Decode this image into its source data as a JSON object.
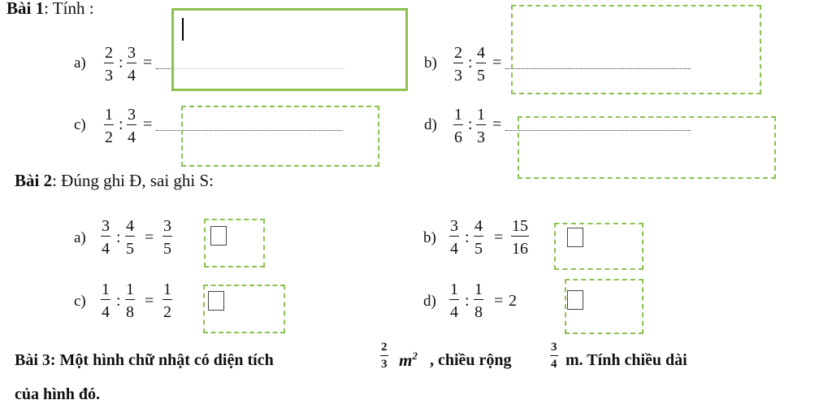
{
  "bai1": {
    "title_bold": "Bài 1",
    "title_rest": ": Tính :",
    "a": {
      "label": "a)",
      "n1": "2",
      "d1": "3",
      "n2": "3",
      "d2": "4",
      "colon": ":",
      "eq": "="
    },
    "b": {
      "label": "b)",
      "n1": "2",
      "d1": "3",
      "n2": "4",
      "d2": "5",
      "colon": ":",
      "eq": "="
    },
    "c": {
      "label": "c)",
      "n1": "1",
      "d1": "2",
      "n2": "3",
      "d2": "4",
      "colon": ":",
      "eq": "="
    },
    "d": {
      "label": "d)",
      "n1": "1",
      "d1": "6",
      "n2": "1",
      "d2": "3",
      "colon": ":",
      "eq": "="
    }
  },
  "bai2": {
    "title_bold": "Bài 2",
    "title_rest": ": Đúng ghi Đ, sai ghi S:",
    "a": {
      "label": "a)",
      "n1": "3",
      "d1": "4",
      "n2": "4",
      "d2": "5",
      "rn": "3",
      "rd": "5",
      "colon": ":",
      "eq": "="
    },
    "b": {
      "label": "b)",
      "n1": "3",
      "d1": "4",
      "n2": "4",
      "d2": "5",
      "rn": "15",
      "rd": "16",
      "colon": ":",
      "eq": "="
    },
    "c": {
      "label": "c)",
      "n1": "1",
      "d1": "4",
      "n2": "1",
      "d2": "8",
      "rn": "1",
      "rd": "2",
      "colon": ":",
      "eq": "="
    },
    "d": {
      "label": "d)",
      "n1": "1",
      "d1": "4",
      "n2": "1",
      "d2": "8",
      "result": "2",
      "colon": ":",
      "eq": "="
    }
  },
  "bai3": {
    "part1": "Bài 3: Một hình chữ nhật có diện tích",
    "area_num": "2",
    "area_den": "3",
    "unit_area": "m",
    "unit_exp": "2",
    "part2": ", chiều rộng",
    "width_num": "3",
    "width_den": "4",
    "part3": "m. Tính chiều dài",
    "line2": "của hình đó."
  },
  "colors": {
    "box_border": "#8cc152"
  }
}
